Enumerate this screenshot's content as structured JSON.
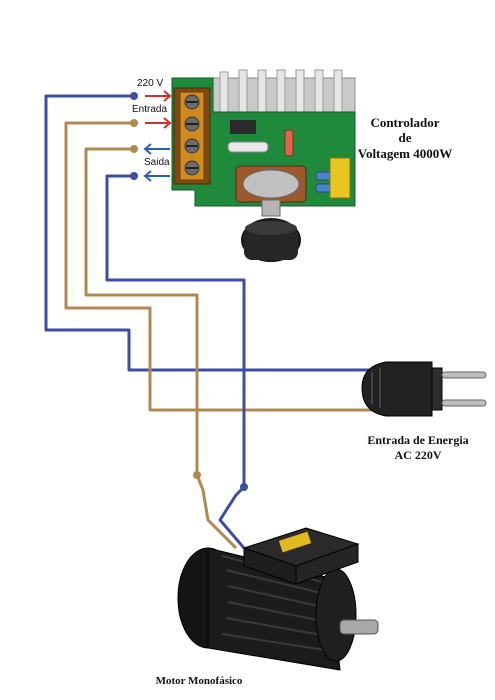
{
  "controller": {
    "title_line1": "Controlador",
    "title_line2": "de",
    "title_line3": "Voltagem 4000W"
  },
  "terminals": {
    "voltage": "220 V",
    "input": "Entrada",
    "output": "Saida"
  },
  "plug": {
    "line1": "Entrada de Energia",
    "line2": "AC 220V"
  },
  "motor": {
    "label": "Motor Monofásico"
  },
  "colors": {
    "blue_wire": "#3a4ea3",
    "brown_wire": "#b08850",
    "red_arrow": "#d32f2f",
    "blue_arrow": "#2a5fb0",
    "pcb_green": "#1f8a3c"
  }
}
